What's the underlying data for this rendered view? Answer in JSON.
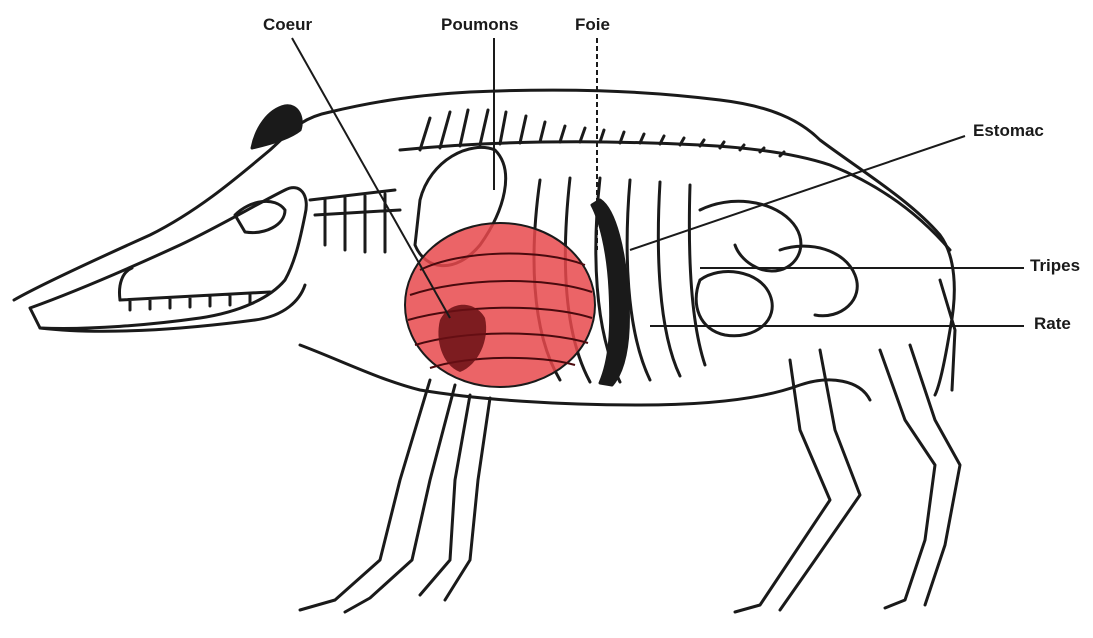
{
  "labels": {
    "coeur": "Coeur",
    "poumons": "Poumons",
    "foie": "Foie",
    "estomac": "Estomac",
    "tripes": "Tripes",
    "rate": "Rate"
  },
  "colors": {
    "ink": "#1a1a1a",
    "kill_zone": "#e8494c",
    "dark_organ": "#6a0f14",
    "paper": "#ffffff"
  }
}
